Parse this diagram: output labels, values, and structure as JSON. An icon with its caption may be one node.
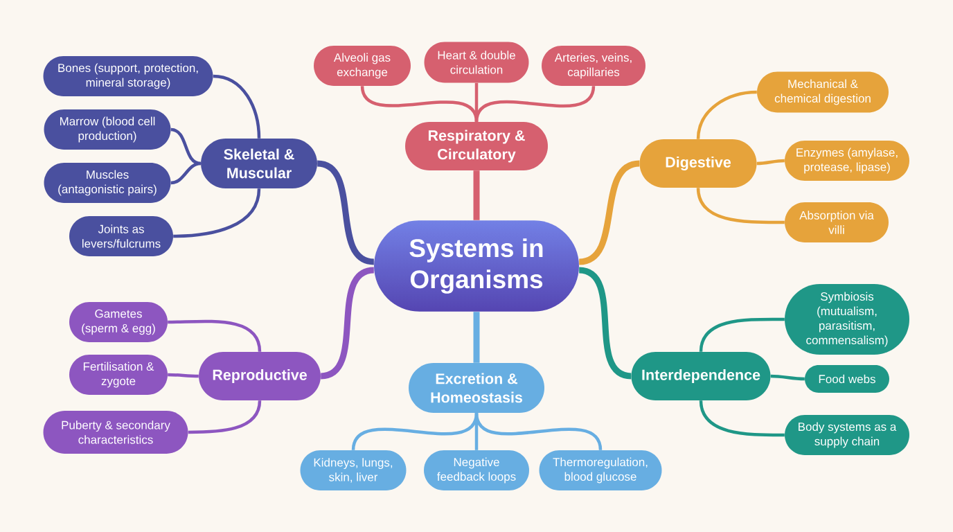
{
  "diagram": {
    "nodes": [
      {
        "text": [
          "Systems in Organisms"
        ]
      },
      {
        "text": [
          "Skeletal & Muscular"
        ]
      },
      {
        "text": [
          "Bones (support, protection, mineral storage)"
        ]
      },
      {
        "text": [
          "Marrow (blood cell production)"
        ]
      },
      {
        "text": [
          "Muscles (antagonistic pairs)"
        ]
      },
      {
        "text": [
          "Joints as levers/fulcrums"
        ]
      },
      {
        "text": [
          "Respiratory & Circulatory"
        ]
      },
      {
        "text": [
          "Alveoli gas exchange"
        ]
      },
      {
        "text": [
          "Heart & double circulation"
        ]
      },
      {
        "text": [
          "Arteries, veins, capillaries"
        ]
      },
      {
        "text": [
          "Digestive"
        ]
      },
      {
        "text": [
          "Mechanical & chemical digestion"
        ]
      },
      {
        "text": [
          "Enzymes (amylase, protease, lipase)"
        ]
      },
      {
        "text": [
          "Absorption via villi"
        ]
      },
      {
        "text": [
          "Reproductive"
        ]
      },
      {
        "text": [
          "Gametes (sperm & egg)"
        ]
      },
      {
        "text": [
          "Fertilisation & zygote"
        ]
      },
      {
        "text": [
          "Puberty & secondary characteristics"
        ]
      },
      {
        "text": [
          "Excretion & Homeostasis"
        ]
      },
      {
        "text": [
          "Kidneys, lungs, skin, liver"
        ]
      },
      {
        "text": [
          "Negative feedback loops"
        ]
      },
      {
        "text": [
          "Thermoregulation, blood glucose"
        ]
      },
      {
        "text": [
          "Interdependence"
        ]
      },
      {
        "text": [
          "Symbiosis (mutualism, parasitism, commensalism)"
        ]
      },
      {
        "text": [
          "Food webs"
        ]
      },
      {
        "text": [
          "Body systems as a supply chain"
        ]
      }
    ],
    "edges": [
      {
        "from": 0,
        "to": 1,
        "arrow": "none",
        "style": "thick",
        "color": "#4a509f"
      },
      {
        "from": 0,
        "to": 6,
        "arrow": "none",
        "style": "thick",
        "color": "#d6606f"
      },
      {
        "from": 0,
        "to": 10,
        "arrow": "none",
        "style": "thick",
        "color": "#e6a33b"
      },
      {
        "from": 0,
        "to": 14,
        "arrow": "none",
        "style": "thick",
        "color": "#8d56c0"
      },
      {
        "from": 0,
        "to": 18,
        "arrow": "none",
        "style": "thick",
        "color": "#67aee2"
      },
      {
        "from": 0,
        "to": 22,
        "arrow": "none",
        "style": "thick",
        "color": "#1f9787"
      },
      {
        "from": 1,
        "to": 2,
        "arrow": "none",
        "color": "#4a509f"
      },
      {
        "from": 1,
        "to": 3,
        "arrow": "none",
        "color": "#4a509f"
      },
      {
        "from": 1,
        "to": 4,
        "arrow": "none",
        "color": "#4a509f"
      },
      {
        "from": 1,
        "to": 5,
        "arrow": "none",
        "color": "#4a509f"
      },
      {
        "from": 6,
        "to": 7,
        "arrow": "none",
        "color": "#d6606f"
      },
      {
        "from": 6,
        "to": 8,
        "arrow": "none",
        "color": "#d6606f"
      },
      {
        "from": 6,
        "to": 9,
        "arrow": "none",
        "color": "#d6606f"
      },
      {
        "from": 10,
        "to": 11,
        "arrow": "none",
        "color": "#e6a33b"
      },
      {
        "from": 10,
        "to": 12,
        "arrow": "none",
        "color": "#e6a33b"
      },
      {
        "from": 10,
        "to": 13,
        "arrow": "none",
        "color": "#e6a33b"
      },
      {
        "from": 14,
        "to": 15,
        "arrow": "none",
        "color": "#8d56c0"
      },
      {
        "from": 14,
        "to": 16,
        "arrow": "none",
        "color": "#8d56c0"
      },
      {
        "from": 14,
        "to": 17,
        "arrow": "none",
        "color": "#8d56c0"
      },
      {
        "from": 18,
        "to": 19,
        "arrow": "none",
        "color": "#67aee2"
      },
      {
        "from": 18,
        "to": 20,
        "arrow": "none",
        "color": "#67aee2"
      },
      {
        "from": 18,
        "to": 21,
        "arrow": "none",
        "color": "#67aee2"
      },
      {
        "from": 22,
        "to": 23,
        "arrow": "none",
        "color": "#1f9787"
      },
      {
        "from": 22,
        "to": 24,
        "arrow": "none",
        "color": "#1f9787"
      },
      {
        "from": 22,
        "to": 25,
        "arrow": "none",
        "color": "#1f9787"
      }
    ]
  }
}
